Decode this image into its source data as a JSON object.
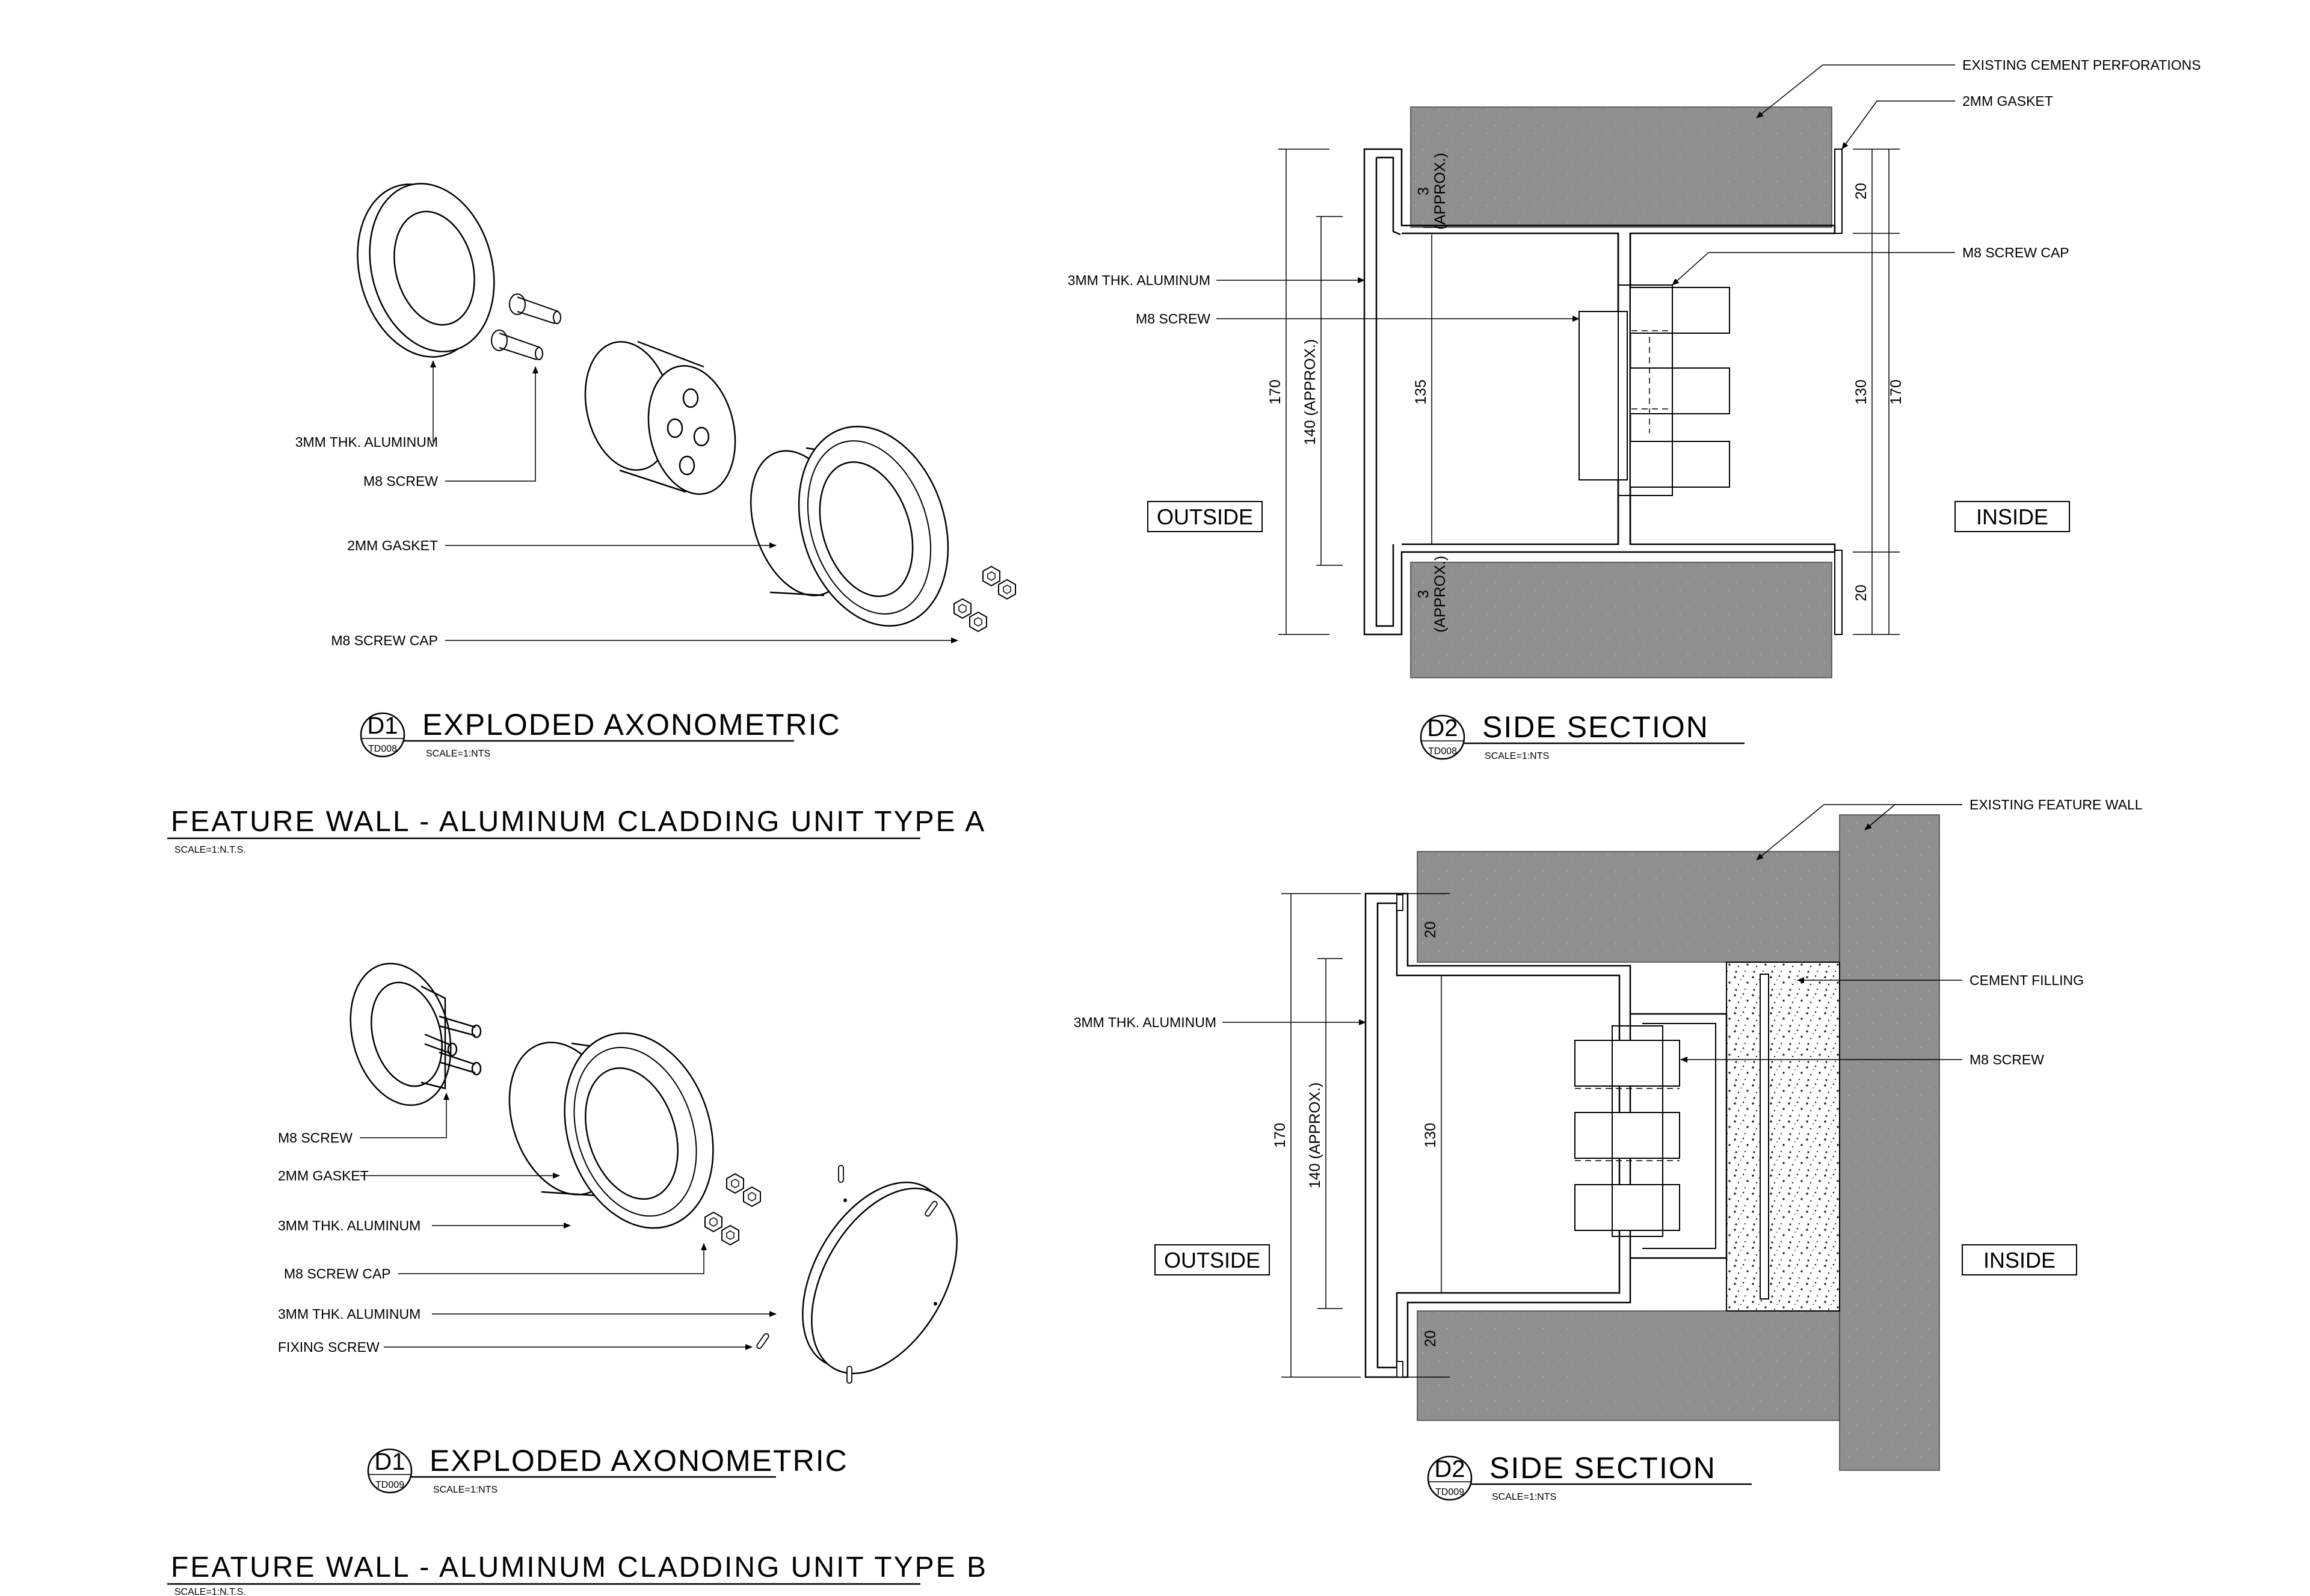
{
  "detailA": {
    "axon": {
      "labels": {
        "aluminum": "3MM THK. ALUMINUM",
        "screw": "M8 SCREW",
        "gasket": "2MM GASKET",
        "cap": "M8 SCREW CAP"
      },
      "tag": "D1",
      "tag_ref": "TD008",
      "title": "EXPLODED AXONOMETRIC",
      "scale": "SCALE=1:NTS"
    },
    "section": {
      "labels": {
        "perforations": "EXISTING CEMENT PERFORATIONS",
        "gasket": "2MM GASKET",
        "cap": "M8 SCREW CAP",
        "aluminum": "3MM THK. ALUMINUM",
        "screw": "M8 SCREW"
      },
      "outside": "OUTSIDE",
      "inside": "INSIDE",
      "dims": {
        "top_approx": "3\n(APPROX.)",
        "bottom_approx": "3\n(APPROX.)",
        "overall_left": "170",
        "inner_left": "140 (APPROX.)",
        "clear": "135",
        "right_top": "20",
        "right_mid": "130",
        "right_overall": "170",
        "right_bottom": "20"
      },
      "tag": "D2",
      "tag_ref": "TD008",
      "title": "SIDE SECTION",
      "scale": "SCALE=1:NTS"
    },
    "sheet_title": "FEATURE WALL - ALUMINUM CLADDING UNIT TYPE A",
    "sheet_scale": "SCALE=1:N.T.S."
  },
  "detailB": {
    "axon": {
      "labels": {
        "screw": "M8 SCREW",
        "gasket": "2MM GASKET",
        "aluminum1": "3MM THK. ALUMINUM",
        "cap": "M8 SCREW CAP",
        "aluminum2": "3MM THK. ALUMINUM",
        "fixing": "FIXING SCREW"
      },
      "tag": "D1",
      "tag_ref": "TD009",
      "title": "EXPLODED AXONOMETRIC",
      "scale": "SCALE=1:NTS"
    },
    "section": {
      "labels": {
        "wall": "EXISTING FEATURE WALL",
        "filling": "CEMENT FILLING",
        "screw": "M8 SCREW",
        "aluminum": "3MM THK. ALUMINUM"
      },
      "outside": "OUTSIDE",
      "inside": "INSIDE",
      "dims": {
        "top": "20",
        "bottom": "20",
        "overall_left": "170",
        "inner_left": "140 (APPROX.)",
        "clear": "130"
      },
      "tag": "D2",
      "tag_ref": "TD009",
      "title": "SIDE SECTION",
      "scale": "SCALE=1:NTS"
    },
    "sheet_title": "FEATURE WALL - ALUMINUM CLADDING UNIT TYPE B",
    "sheet_scale": "SCALE=1:N.T.S."
  }
}
